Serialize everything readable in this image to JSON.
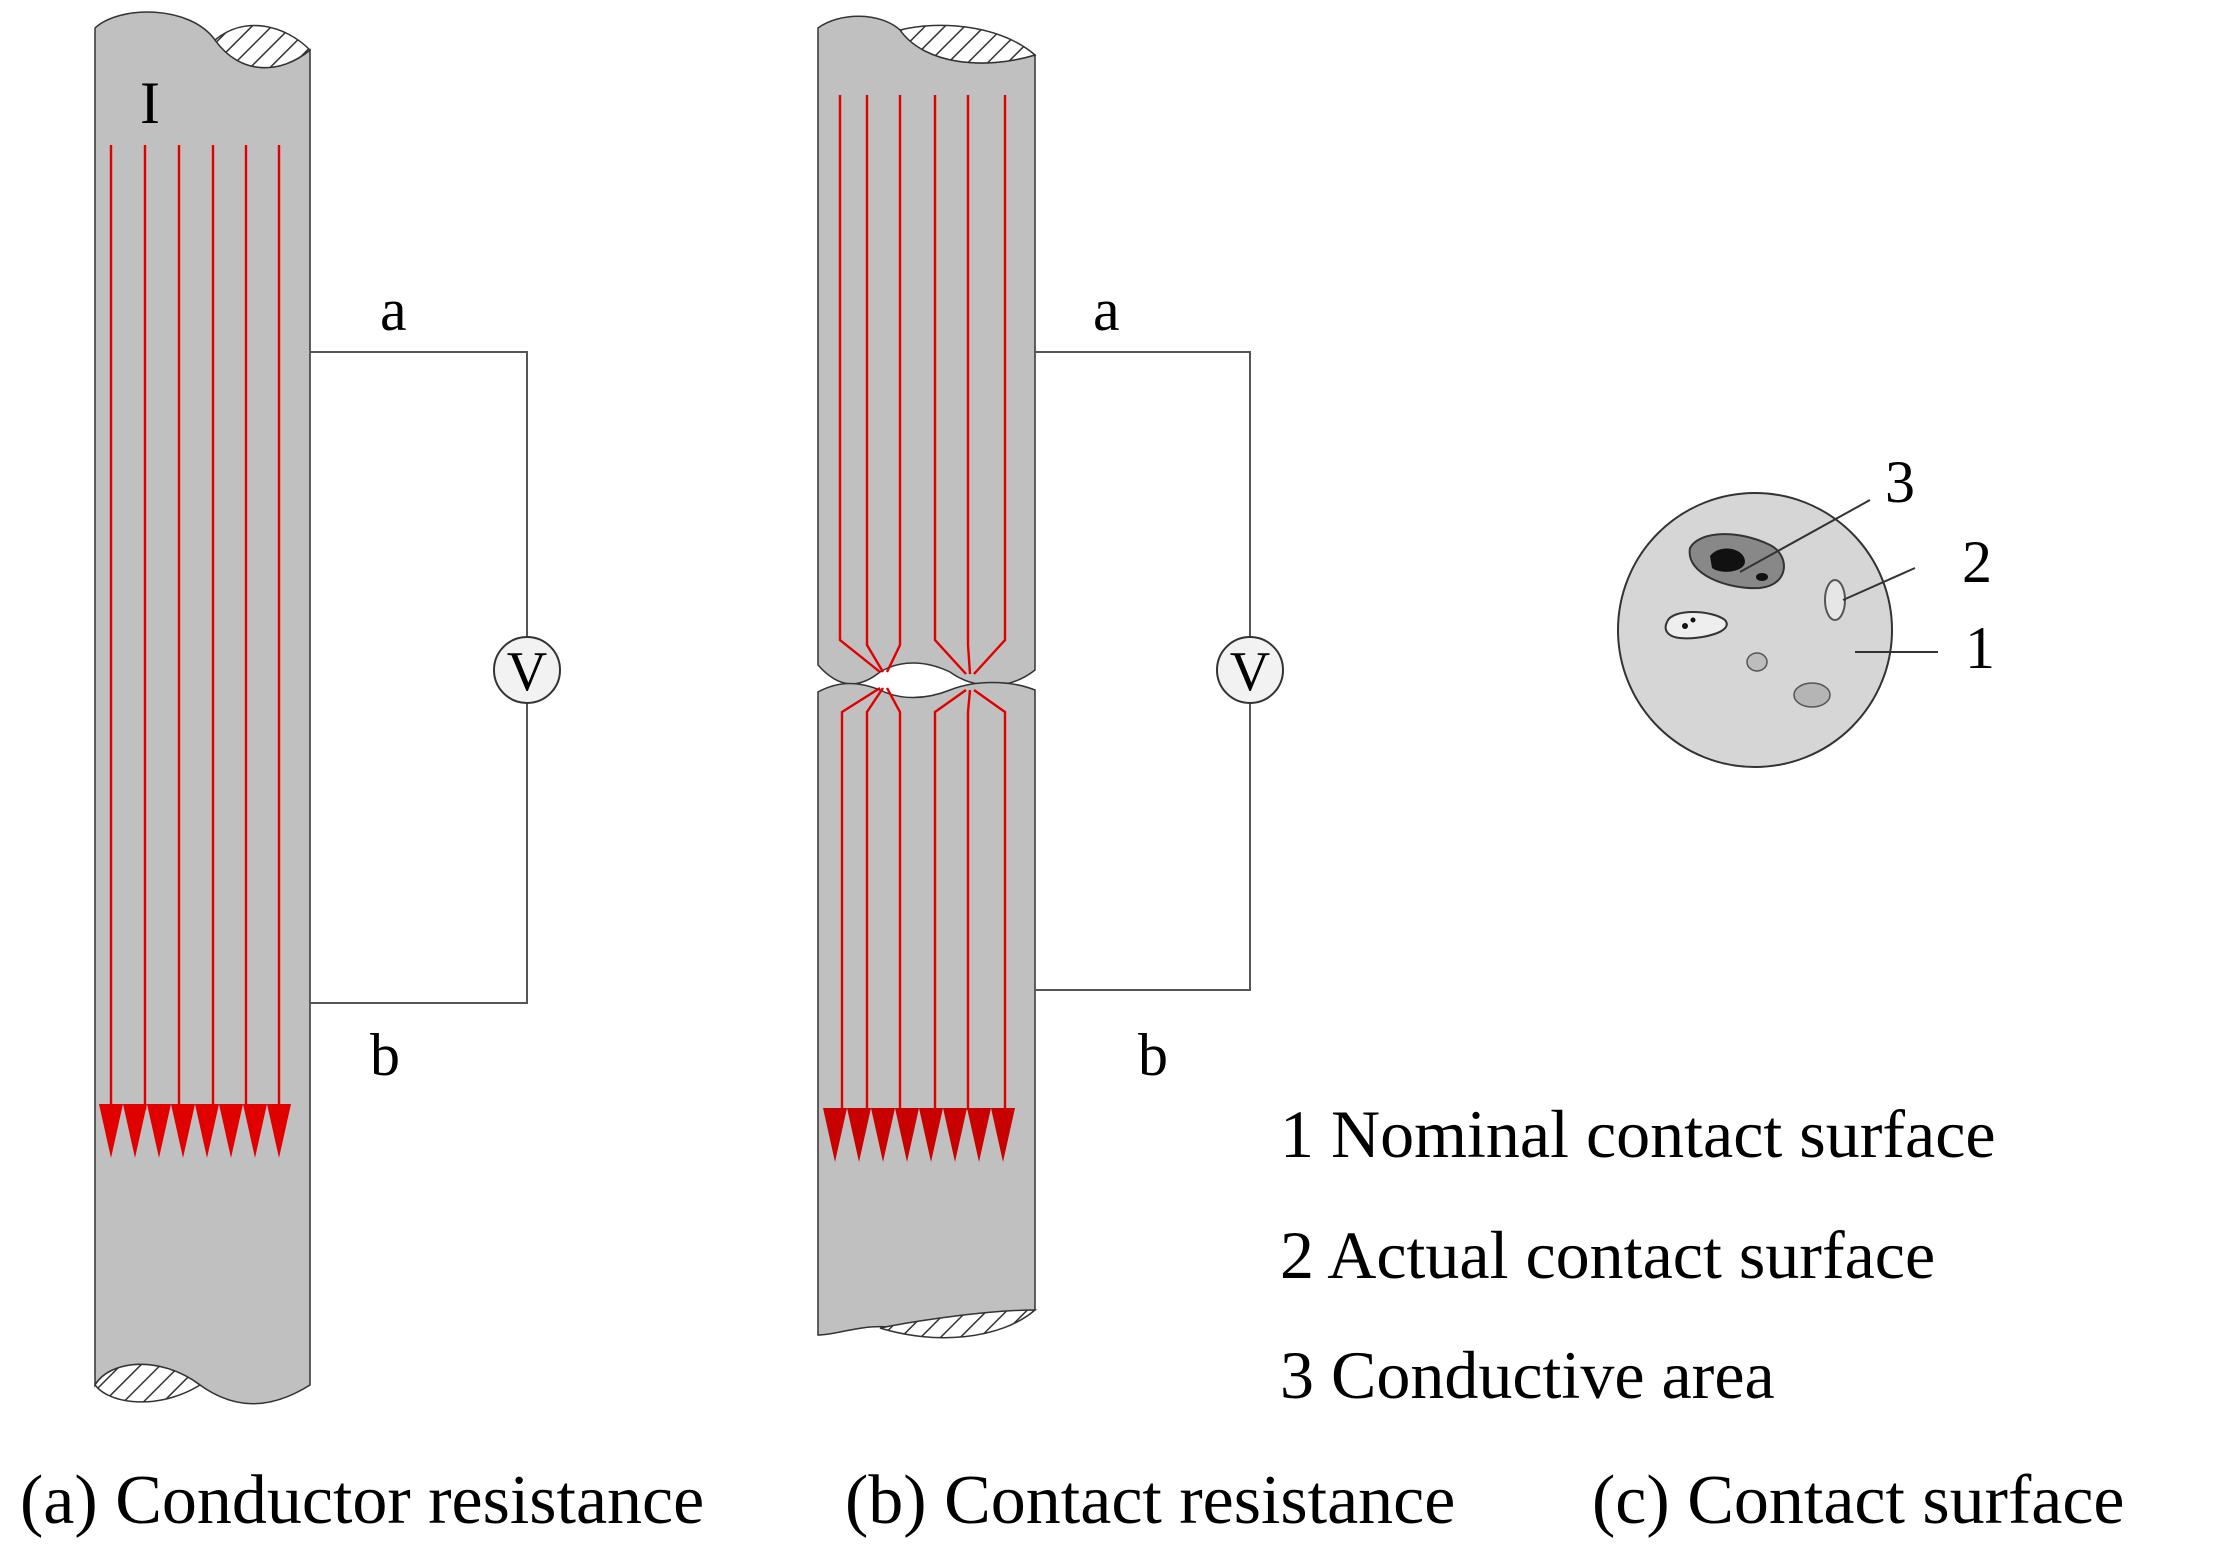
{
  "panel_a": {
    "current_label": "I",
    "terminal_a": "a",
    "terminal_b": "b",
    "meter": "V",
    "caption": "(a) Conductor resistance"
  },
  "panel_b": {
    "terminal_a": "a",
    "terminal_b": "b",
    "meter": "V",
    "caption": "(b) Contact resistance"
  },
  "panel_c": {
    "marker_1": "1",
    "marker_2": "2",
    "marker_3": "3",
    "caption": "(c) Contact surface"
  },
  "legend": [
    "1 Nominal contact surface",
    "2 Actual contact surface",
    "3 Conductive area"
  ],
  "colors": {
    "rod": "#c0c0c0",
    "current": "#e00000",
    "arrowhead_b": "#c80000",
    "surface": "#d6d6d6"
  }
}
